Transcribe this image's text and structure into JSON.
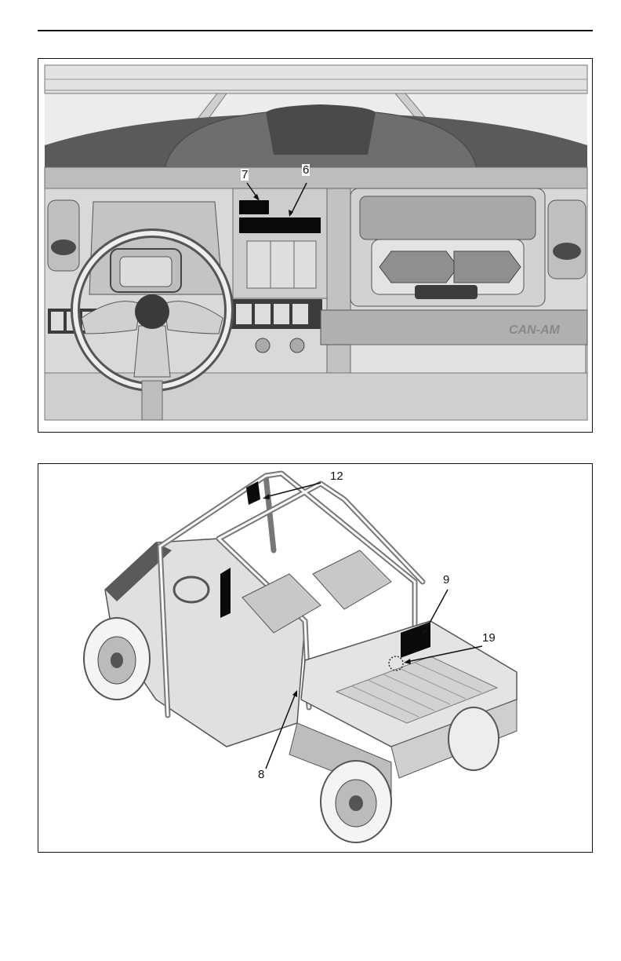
{
  "figures": [
    {
      "id": "dashboard",
      "callouts": {
        "c7": "7",
        "c6": "6"
      }
    },
    {
      "id": "vehicle",
      "callouts": {
        "c12": "12",
        "c9": "9",
        "c19": "19",
        "c8": "8"
      }
    }
  ],
  "colors": {
    "ink": "#111111",
    "panel": "#d9d9d9",
    "panel_dark": "#5a5a5a",
    "label_black": "#0a0a0a"
  },
  "icons": [
    "steering-wheel-icon",
    "cup-holder-icon",
    "wheel-icon"
  ]
}
